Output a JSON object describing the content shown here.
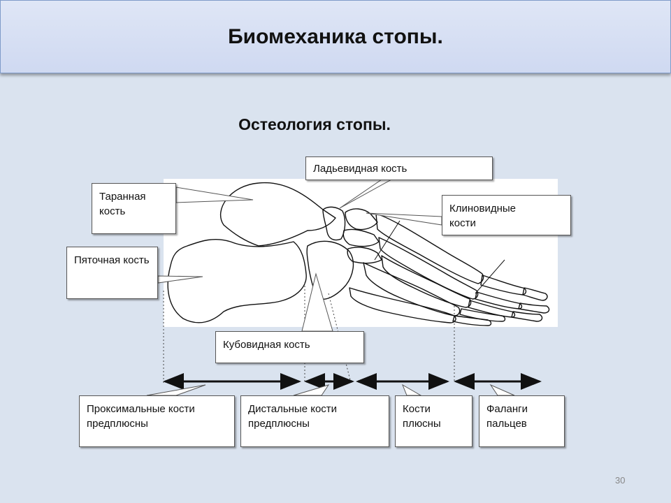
{
  "slide": {
    "title": "Биомеханика стопы.",
    "subtitle": "Остеология стопы.",
    "page_number": "30"
  },
  "labels": {
    "talus": "Таранная кость",
    "calcaneus": "Пяточная кость",
    "navicular": "Ладьевидная кость",
    "cuneiform": "Клиновидные кости",
    "cuboid": "Кубовидная кость"
  },
  "groups": {
    "proximal_tarsal": "Проксимальные кости предплюсны",
    "distal_tarsal": "Дистальные кости предплюсны",
    "metatarsal": "Кости плюсны",
    "phalanges": "Фаланги пальцев"
  }
}
